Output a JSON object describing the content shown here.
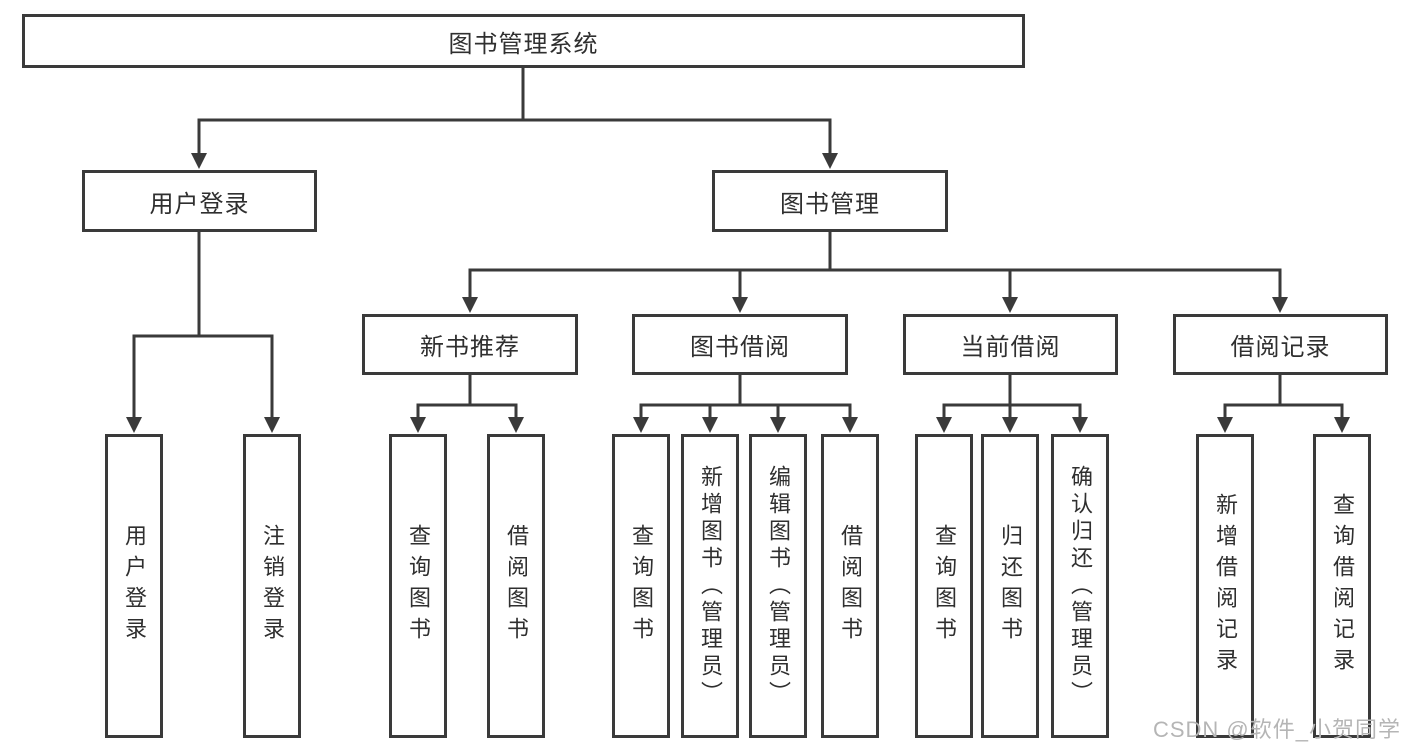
{
  "nodes": {
    "root": {
      "label": "图书管理系统"
    },
    "user_login": {
      "label": "用户登录"
    },
    "book_management": {
      "label": "图书管理"
    },
    "new_book_recommendation": {
      "label": "新书推荐"
    },
    "book_borrowing": {
      "label": "图书借阅"
    },
    "current_borrowing": {
      "label": "当前借阅"
    },
    "borrowing_records": {
      "label": "借阅记录"
    },
    "leaf_user_login": {
      "label": "用户登录"
    },
    "leaf_logout": {
      "label": "注销登录"
    },
    "leaf_rec_query_books": {
      "label": "查询图书"
    },
    "leaf_rec_borrow_books": {
      "label": "借阅图书"
    },
    "leaf_bb_query_books": {
      "label": "查询图书"
    },
    "leaf_bb_add_books": {
      "label": "新增图书（管理员）"
    },
    "leaf_bb_edit_books": {
      "label": "编辑图书（管理员）"
    },
    "leaf_bb_borrow_books": {
      "label": "借阅图书"
    },
    "leaf_cb_query_books": {
      "label": "查询图书"
    },
    "leaf_cb_return_books": {
      "label": "归还图书"
    },
    "leaf_cb_confirm_return": {
      "label": "确认归还（管理员）"
    },
    "leaf_br_add_record": {
      "label": "新增借阅记录"
    },
    "leaf_br_query_record": {
      "label": "查询借阅记录"
    }
  },
  "hierarchy": {
    "root": [
      "user_login",
      "book_management"
    ],
    "user_login": [
      "leaf_user_login",
      "leaf_logout"
    ],
    "book_management": [
      "new_book_recommendation",
      "book_borrowing",
      "current_borrowing",
      "borrowing_records"
    ],
    "new_book_recommendation": [
      "leaf_rec_query_books",
      "leaf_rec_borrow_books"
    ],
    "book_borrowing": [
      "leaf_bb_query_books",
      "leaf_bb_add_books",
      "leaf_bb_edit_books",
      "leaf_bb_borrow_books"
    ],
    "current_borrowing": [
      "leaf_cb_query_books",
      "leaf_cb_return_books",
      "leaf_cb_confirm_return"
    ],
    "borrowing_records": [
      "leaf_br_add_record",
      "leaf_br_query_record"
    ]
  },
  "watermark": "CSDN @软件_小贺同学",
  "colors": {
    "line": "#3a3a3a",
    "text": "#2f2f2f",
    "watermark": "#b5b5b5",
    "background": "#ffffff"
  }
}
